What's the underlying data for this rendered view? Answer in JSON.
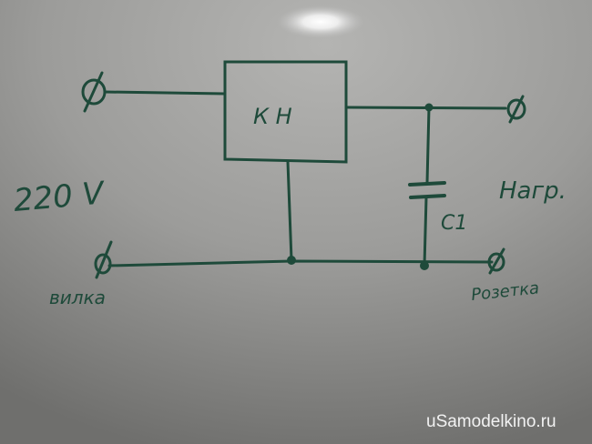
{
  "diagram": {
    "block_label": "К Н",
    "voltage_label": "220 V",
    "capacitor_label": "C1",
    "load_label": "Нагр.",
    "plug_label": "вилка",
    "socket_label": "Розетка"
  },
  "watermark": "uSamodelkino.ru",
  "colors": {
    "ink": "#1e4a3a",
    "board": "#9a9a98"
  }
}
